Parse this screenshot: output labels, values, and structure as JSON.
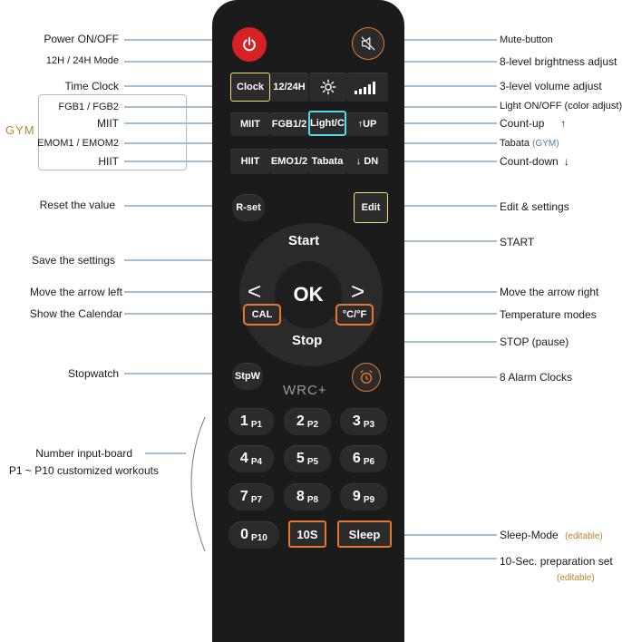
{
  "labels_left": {
    "power": "Power ON/OFF",
    "mode_12_24": "12H / 24H Mode",
    "time_clock": "Time Clock",
    "fgb": "FGB1 / FGB2",
    "miit": "MIIT",
    "emom": "EMOM1 / EMOM2",
    "hiit": "HIIT",
    "gym": "GYM",
    "reset": "Reset the value",
    "save": "Save the settings",
    "move_left": "Move the arrow left",
    "calendar": "Show the Calendar",
    "stopwatch": "Stopwatch",
    "number_board": "Number input-board",
    "workouts": "P1 ~ P10 customized workouts"
  },
  "labels_right": {
    "mute": "Mute-button",
    "brightness": "8-level brightness adjust",
    "volume": "3-level volume adjust",
    "light": "Light ON/OFF",
    "light_note": "(color adjust)",
    "count_up": "Count-up",
    "count_up_arrow": "↑",
    "tabata": "Tabata",
    "tabata_note": "(GYM)",
    "count_down": "Count-down",
    "count_down_arrow": "↓",
    "edit": "Edit & settings",
    "start": "START",
    "move_right": "Move the arrow right",
    "temp": "Temperature modes",
    "stop": "STOP (pause)",
    "alarm": "8 Alarm Clocks",
    "sleep": "Sleep-Mode",
    "sleep_note": "(editable)",
    "prep": "10-Sec. preparation set",
    "prep_note": "(editable)"
  },
  "buttons": {
    "clock": "Clock",
    "h1224": "12/24H",
    "miit": "MIIT",
    "fgb": "FGB1/2",
    "light": "Light/C",
    "up": "↑UP",
    "hiit": "HIIT",
    "emo": "EMO1/2",
    "tabata": "Tabata",
    "dn": "↓ DN",
    "rset": "R-set",
    "edit": "Edit",
    "start": "Start",
    "ok": "OK",
    "left": "<",
    "right": ">",
    "cal": "CAL",
    "temp": "°C/°F",
    "stop": "Stop",
    "stpw": "StpW",
    "logo": "WRC+",
    "n1": "1",
    "p1": "P1",
    "n2": "2",
    "p2": "P2",
    "n3": "3",
    "p3": "P3",
    "n4": "4",
    "p4": "P4",
    "n5": "5",
    "p5": "P5",
    "n6": "6",
    "p6": "P6",
    "n7": "7",
    "p7": "P7",
    "n8": "8",
    "p8": "P8",
    "n9": "9",
    "p9": "P9",
    "n0": "0",
    "p10": "P10",
    "s10": "10S",
    "sleep": "Sleep"
  },
  "icons": {
    "power": "power-icon",
    "mute": "mute-speaker-icon",
    "brightness": "sun-icon",
    "volume": "signal-bars-icon",
    "alarm": "alarm-clock-icon"
  },
  "colors": {
    "remote": "#1b1b1b",
    "button": "#2b2b2b",
    "power": "#d62127",
    "highlight_yellow": "#f0e26a",
    "highlight_cyan": "#58d7ea",
    "highlight_orange": "#e8772e",
    "line": "#4a7fa8",
    "note_gold": "#b8862b"
  }
}
